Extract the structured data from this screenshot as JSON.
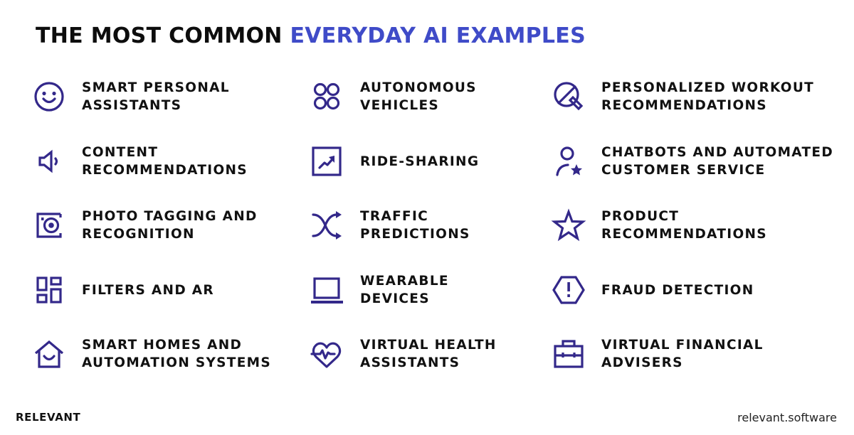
{
  "title": {
    "part1": "THE MOST COMMON ",
    "part2": "EVERYDAY AI EXAMPLES",
    "accent_color": "#3f4bc8"
  },
  "icon_color": "#33288a",
  "columns": [
    {
      "items": [
        {
          "icon": "smiley-face-icon",
          "line1": "SMART PERSONAL",
          "line2": "ASSISTANTS"
        },
        {
          "icon": "speaker-icon",
          "line1": "CONTENT",
          "line2": "RECOMMENDATIONS"
        },
        {
          "icon": "camera-icon",
          "line1": "PHOTO TAGGING AND",
          "line2": "RECOGNITION"
        },
        {
          "icon": "layout-grid-icon",
          "line1": "FILTERS AND AR",
          "line2": ""
        },
        {
          "icon": "smart-home-icon",
          "line1": "SMART HOMES AND",
          "line2": "AUTOMATION SYSTEMS"
        }
      ]
    },
    {
      "items": [
        {
          "icon": "four-circles-icon",
          "line1": "AUTONOMOUS",
          "line2": "VEHICLES"
        },
        {
          "icon": "trending-chart-icon",
          "line1": "RIDE-SHARING",
          "line2": ""
        },
        {
          "icon": "shuffle-arrows-icon",
          "line1": "TRAFFIC",
          "line2": "PREDICTIONS"
        },
        {
          "icon": "laptop-icon",
          "line1": "WEARABLE",
          "line2": "DEVICES"
        },
        {
          "icon": "heart-pulse-icon",
          "line1": "VIRTUAL HEALTH",
          "line2": "ASSISTANTS"
        }
      ]
    },
    {
      "items": [
        {
          "icon": "ping-pong-paddle-icon",
          "line1": "PERSONALIZED WORKOUT",
          "line2": "RECOMMENDATIONS"
        },
        {
          "icon": "user-star-icon",
          "line1": "CHATBOTS AND AUTOMATED",
          "line2": "CUSTOMER SERVICE"
        },
        {
          "icon": "star-icon",
          "line1": "PRODUCT",
          "line2": "RECOMMENDATIONS"
        },
        {
          "icon": "hexagon-alert-icon",
          "line1": "FRAUD DETECTION",
          "line2": ""
        },
        {
          "icon": "briefcase-icon",
          "line1": "VIRTUAL FINANCIAL",
          "line2": "ADVISERS"
        }
      ]
    }
  ],
  "footer": {
    "brand": "RELEVANT",
    "website": "relevant.software"
  }
}
